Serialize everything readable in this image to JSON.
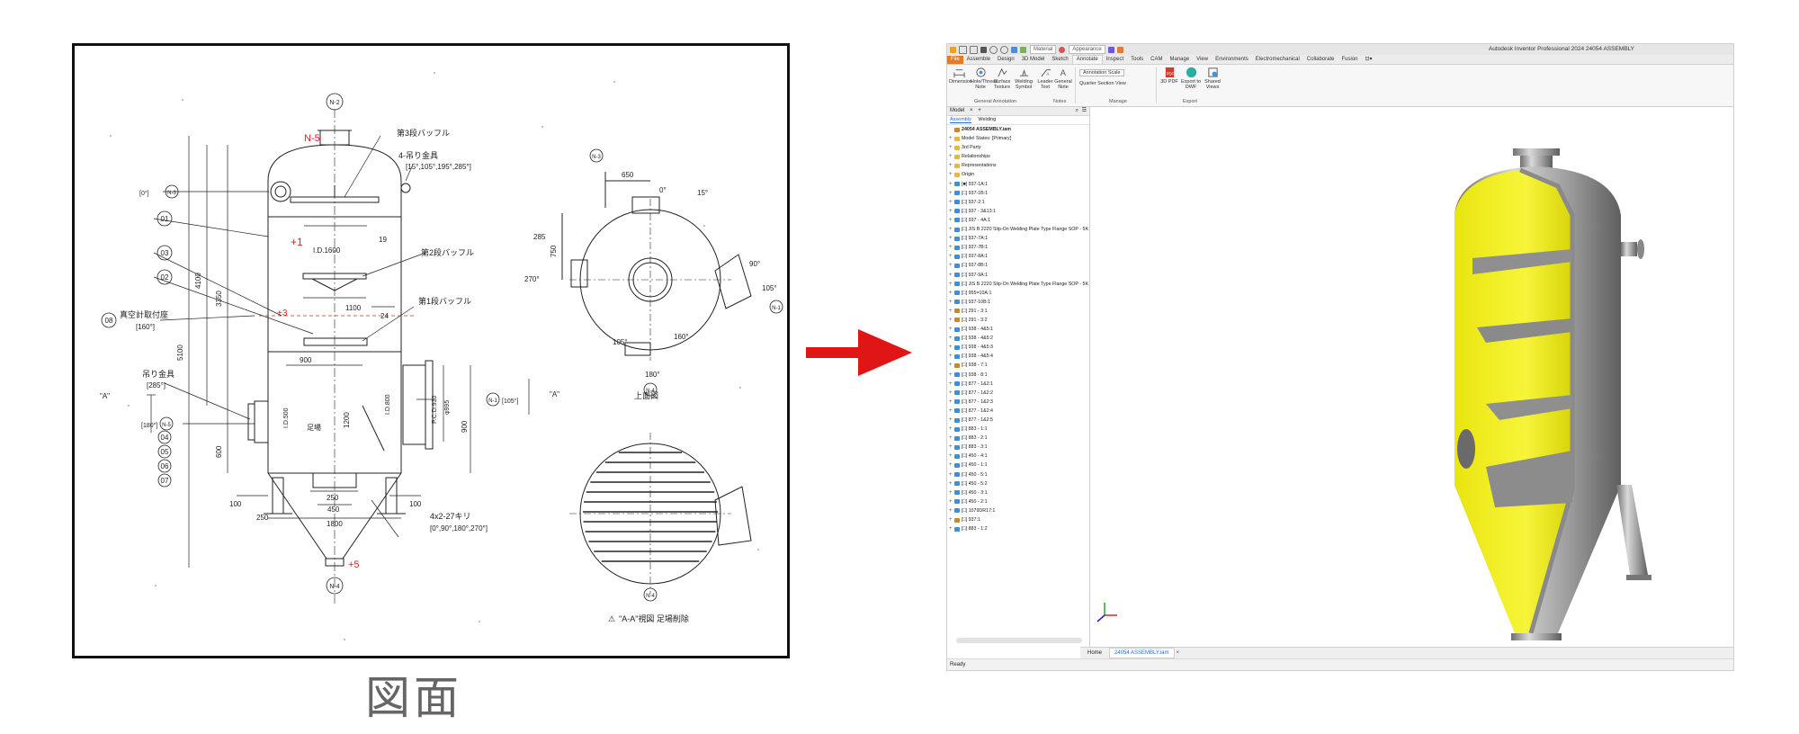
{
  "drawing": {
    "caption": "図面",
    "labels": {
      "baffle3": "第3段バッフル",
      "baffle2": "第2段バッフル",
      "baffle1": "第1段バッフル",
      "lifting_lug4": "4-吊り金具",
      "lifting_angles": "[15°,105°,195°,285°]",
      "lifting_lug": "吊り金具",
      "lifting_lug_angle": "[285°]",
      "thermometer": "真空計取付座",
      "thermometer_angle": "[160°]",
      "ladder": "足場",
      "bolt_holes": "4x2-27キリ",
      "bolt_angles": "[0°,90°,180°,270°]",
      "top_view": "上面図",
      "section_view": "\"A-A\"視図 足場削除",
      "section_mark": "\"A\"",
      "id1600": "I.D.1600",
      "id800": "I.D.800",
      "id500": "I.D.500",
      "pcd": "P.C.D.930",
      "phi995": "φ995",
      "n1": "N-1",
      "n2": "N-2",
      "n3": "N-3",
      "n4": "N-4",
      "n5": "N-5",
      "n1_angle": "[105°]",
      "n3_angle": "[0°]",
      "n5_angle": "[180°]",
      "tri": "⚠"
    },
    "dims": {
      "d5100": "5100",
      "d4100": "4100",
      "d3350": "3350",
      "d600": "600",
      "d19": "19",
      "d1100": "1100",
      "d24": "24",
      "d900": "900",
      "d1200": "1200",
      "d900b": "900",
      "d250a": "250",
      "d450": "450",
      "d1800": "1800",
      "d100a": "100",
      "d100b": "100",
      "d250b": "250",
      "d650": "650",
      "d750": "750",
      "d285": "285",
      "a0": "0°",
      "a15": "15°",
      "a90": "90°",
      "a105": "105°",
      "a160": "160°",
      "a180": "180°",
      "a270": "270°",
      "a105b": "105°"
    },
    "balloons": [
      "01",
      "02",
      "03",
      "04",
      "05",
      "06",
      "07",
      "08"
    ]
  },
  "app": {
    "title": "Autodesk Inventor Professional 2024    24054 ASSEMBLY",
    "qa_material": "Material",
    "qa_appearance": "Appearance",
    "tabs": [
      "File",
      "Assemble",
      "Design",
      "3D Model",
      "Sketch",
      "Annotate",
      "Inspect",
      "Tools",
      "CAM",
      "Manage",
      "View",
      "Environments",
      "Electromechanical",
      "Collaborate",
      "Fusion",
      "⊡▾"
    ],
    "active_tab": "Annotate",
    "ribbon": {
      "buttons": [
        {
          "label": "Dimension",
          "icon": "dimension-icon"
        },
        {
          "label": "Hole/Thread Note",
          "icon": "hole-thread-icon"
        },
        {
          "label": "Surface Texture",
          "icon": "surface-texture-icon"
        },
        {
          "label": "Welding Symbol",
          "icon": "welding-icon"
        },
        {
          "label": "Leader Text",
          "icon": "leader-text-icon"
        },
        {
          "label": "General Note",
          "icon": "general-note-icon"
        },
        {
          "label": "3D PDF",
          "icon": "pdf-icon"
        },
        {
          "label": "Export to DWF",
          "icon": "dwf-icon"
        },
        {
          "label": "Shared Views",
          "icon": "shared-views-icon"
        }
      ],
      "annotation_scale": "Annotation Scale",
      "quarter_section": "Quarter Section View",
      "groups": [
        "General Annotation",
        "Notes",
        "Manage",
        "Export"
      ]
    },
    "browser": {
      "title": "Model",
      "subtabs": [
        "Assembly",
        "Welding"
      ],
      "items": [
        {
          "label": "24054 ASSEMBLY.iam",
          "type": "asm"
        },
        {
          "label": "Model States: [Primary]",
          "type": "folder"
        },
        {
          "label": "3rd Party",
          "type": "folder"
        },
        {
          "label": "Relationships",
          "type": "folder"
        },
        {
          "label": "Representations",
          "type": "folder"
        },
        {
          "label": "Origin",
          "type": "folder"
        },
        {
          "label": "[■] 937-1A:1",
          "type": "part"
        },
        {
          "label": "[□] 937-1B:1",
          "type": "part"
        },
        {
          "label": "[□] 937-2:1",
          "type": "part"
        },
        {
          "label": "[□] 937 - 3&13:1",
          "type": "part"
        },
        {
          "label": "[□] 937 - 4A:1",
          "type": "part"
        },
        {
          "label": "[□] JIS B 2220 Slip-On Welding Plate Type Flange SOP - 5K",
          "type": "part"
        },
        {
          "label": "[□] 937-7A:1",
          "type": "part"
        },
        {
          "label": "[□] 937-7B:1",
          "type": "part"
        },
        {
          "label": "[□] 937-8A:1",
          "type": "part"
        },
        {
          "label": "[□] 937-8B:1",
          "type": "part"
        },
        {
          "label": "[□] 937-9A:1",
          "type": "part"
        },
        {
          "label": "[□] JIS B 2220 Slip-On Welding Plate Type Flange SOP - 5K",
          "type": "part"
        },
        {
          "label": "[□] 955=10A:1",
          "type": "part"
        },
        {
          "label": "[□] 937-10B:1",
          "type": "part"
        },
        {
          "label": "[□] 291 - 3:1",
          "type": "asm"
        },
        {
          "label": "[□] 291 - 3:2",
          "type": "asm"
        },
        {
          "label": "[□] 938 - 4&5:1",
          "type": "part"
        },
        {
          "label": "[□] 938 - 4&5:2",
          "type": "part"
        },
        {
          "label": "[□] 938 - 4&5:3",
          "type": "part"
        },
        {
          "label": "[□] 938 - 4&5:4",
          "type": "part"
        },
        {
          "label": "[□] 938 - 7:1",
          "type": "asm"
        },
        {
          "label": "[□] 938 - 8:1",
          "type": "part"
        },
        {
          "label": "[□] 877 - 1&2:1",
          "type": "part"
        },
        {
          "label": "[□] 877 - 1&2:2",
          "type": "part"
        },
        {
          "label": "[□] 877 - 1&2:3",
          "type": "part"
        },
        {
          "label": "[□] 877 - 1&2:4",
          "type": "part"
        },
        {
          "label": "[□] 877 - 1&2:5",
          "type": "part"
        },
        {
          "label": "[□] 883 - 1:1",
          "type": "part"
        },
        {
          "label": "[□] 883 - 2:1",
          "type": "part"
        },
        {
          "label": "[□] 883 - 3:1",
          "type": "part"
        },
        {
          "label": "[□] 450 - 4:1",
          "type": "part"
        },
        {
          "label": "[□] 450 - 1:1",
          "type": "part"
        },
        {
          "label": "[□] 450 - 5:1",
          "type": "part"
        },
        {
          "label": "[□] 450 - 5:2",
          "type": "part"
        },
        {
          "label": "[□] 450 - 3:1",
          "type": "part"
        },
        {
          "label": "[□] 450 - 2:1",
          "type": "part"
        },
        {
          "label": "[□] 1079DR17:1",
          "type": "part"
        },
        {
          "label": "[□] 937:1",
          "type": "asm"
        },
        {
          "label": "[□] 883 - 1:2",
          "type": "part"
        }
      ]
    },
    "doc_tabs": [
      "Home",
      "24054 ASSEMBLY.iam"
    ],
    "status": "Ready",
    "colors": {
      "accent": "#1f6fd1",
      "file_tab": "#e87a1d",
      "shell_fill": "#f2f215",
      "steel": "#9a9a9a"
    }
  }
}
